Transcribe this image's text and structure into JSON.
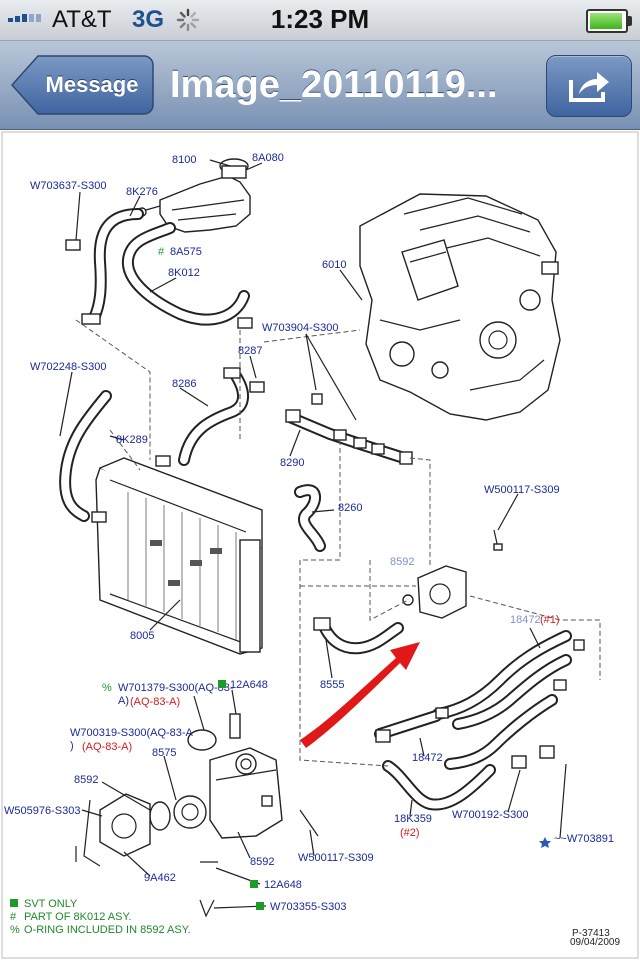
{
  "status_bar": {
    "carrier": "AT&T",
    "network": "3G",
    "time": "1:23 PM",
    "battery_level": 1.0
  },
  "nav": {
    "back_label": "Message",
    "title": "Image_20110119..."
  },
  "diagram": {
    "labels": {
      "p8100": "8100",
      "p8A080": "8A080",
      "w703637": "W703637-S300",
      "p8K276": "8K276",
      "p8A575": "8A575",
      "p8K012": "8K012",
      "p6010": "6010",
      "w703904": "W703904-S300",
      "p8287": "8287",
      "w702248": "W702248-S300",
      "p8286": "8286",
      "p8K289": "8K289",
      "p8290": "8290",
      "p8260": "8260",
      "w500117_top": "W500117-S309",
      "p8592_top": "8592",
      "p8005": "8005",
      "p18472_top": "18472",
      "p18472_top_note": "(#1)",
      "p8555": "8555",
      "w701379": "W701379-S300(AQ-83-",
      "w701379_b": "A)",
      "aq83_1": "(AQ-83-A)",
      "p12A648_top": "12A648",
      "w700319": "W700319-S300(AQ-83-A",
      "w700319_b": ")",
      "aq83_2": "(AQ-83-A)",
      "p8575": "8575",
      "p8592_left": "8592",
      "w505976": "W505976-S303",
      "p9A462": "9A462",
      "p8592_bottom": "8592",
      "w500117_bottom": "W500117-S309",
      "p12A648_bottom": "12A648",
      "w703355": "W703355-S303",
      "p18472_bottom": "18472",
      "w700192": "W700192-S300",
      "p18K359": "18K359",
      "p18K359_note": "(#2)",
      "w703891": "~~W703891",
      "pct": "%",
      "hash": "#"
    },
    "legend": {
      "svt": "SVT ONLY",
      "part_of": "PART OF 8K012 ASY.",
      "oring": "O-RING INCLUDED IN 8592 ASY.",
      "sym_svt": "■",
      "sym_part": "#",
      "sym_oring": "%"
    },
    "ref_code": "P-37413",
    "ref_date": "09/04/2009",
    "arrow_color": "#e01818"
  }
}
